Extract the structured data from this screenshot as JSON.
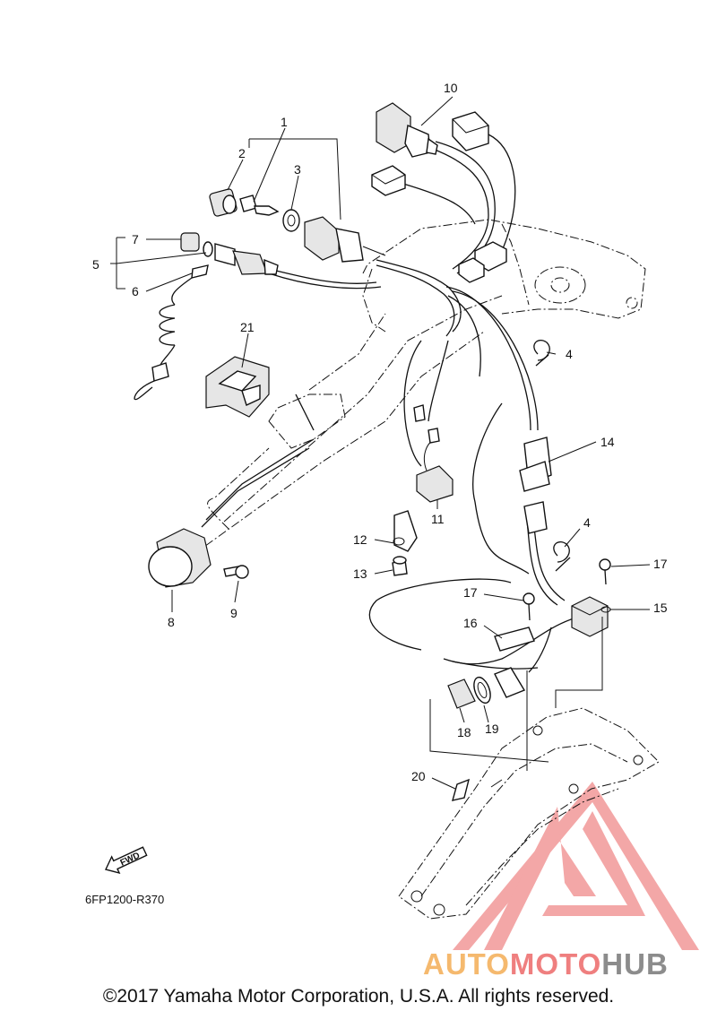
{
  "diagram": {
    "callouts": [
      {
        "id": "c1",
        "text": "1"
      },
      {
        "id": "c2",
        "text": "2"
      },
      {
        "id": "c3",
        "text": "3"
      },
      {
        "id": "c4a",
        "text": "4"
      },
      {
        "id": "c4b",
        "text": "4"
      },
      {
        "id": "c5",
        "text": "5"
      },
      {
        "id": "c6",
        "text": "6"
      },
      {
        "id": "c7",
        "text": "7"
      },
      {
        "id": "c8",
        "text": "8"
      },
      {
        "id": "c9",
        "text": "9"
      },
      {
        "id": "c10",
        "text": "10"
      },
      {
        "id": "c11",
        "text": "11"
      },
      {
        "id": "c12",
        "text": "12"
      },
      {
        "id": "c13",
        "text": "13"
      },
      {
        "id": "c14",
        "text": "14"
      },
      {
        "id": "c15",
        "text": "15"
      },
      {
        "id": "c16",
        "text": "16"
      },
      {
        "id": "c17a",
        "text": "17"
      },
      {
        "id": "c17b",
        "text": "17"
      },
      {
        "id": "c18",
        "text": "18"
      },
      {
        "id": "c19",
        "text": "19"
      },
      {
        "id": "c20",
        "text": "20"
      },
      {
        "id": "c21",
        "text": "21"
      }
    ],
    "fwd_label": "FWD",
    "diagram_code": "6FP1200-R370",
    "copyright": "©2017 Yamaha Motor Corporation, U.S.A. All rights reserved."
  },
  "watermark": {
    "part1": "AUTO",
    "part2": "MOTO",
    "part3": "HUB",
    "colors": {
      "triangle": "#ef8a8a",
      "auto": "#f5b96e",
      "moto": "#ef7f7f",
      "hub": "#8c8c8c"
    }
  }
}
